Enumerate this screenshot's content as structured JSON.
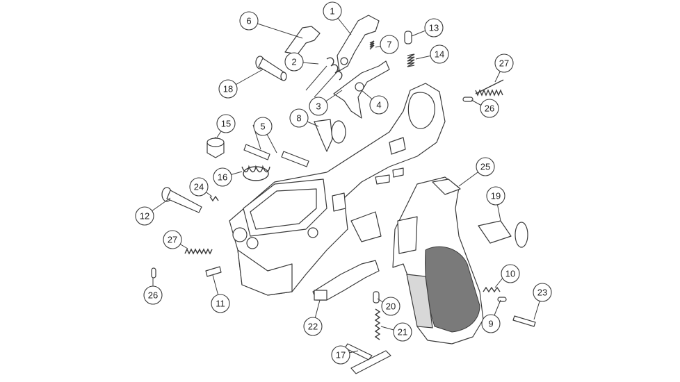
{
  "callouts": [
    {
      "label": "1"
    },
    {
      "label": "2"
    },
    {
      "label": "3"
    },
    {
      "label": "4"
    },
    {
      "label": "5"
    },
    {
      "label": "6"
    },
    {
      "label": "7"
    },
    {
      "label": "8"
    },
    {
      "label": "9"
    },
    {
      "label": "10"
    },
    {
      "label": "11"
    },
    {
      "label": "12"
    },
    {
      "label": "13"
    },
    {
      "label": "14"
    },
    {
      "label": "15"
    },
    {
      "label": "16"
    },
    {
      "label": "17"
    },
    {
      "label": "18"
    },
    {
      "label": "19"
    },
    {
      "label": "20"
    },
    {
      "label": "21"
    },
    {
      "label": "22"
    },
    {
      "label": "23"
    },
    {
      "label": "24"
    },
    {
      "label": "25"
    },
    {
      "label": "26"
    },
    {
      "label": "27"
    },
    {
      "label": "26"
    },
    {
      "label": "27"
    }
  ],
  "colors": {
    "line": "#3a3a3a",
    "background": "#ffffff",
    "grip_texture": "#7a7a7a"
  }
}
